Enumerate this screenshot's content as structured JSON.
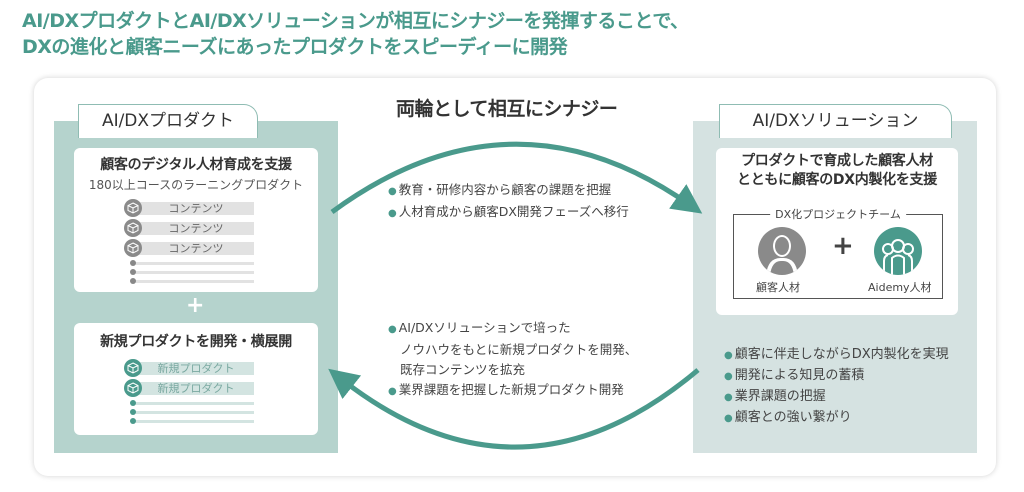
{
  "headline": {
    "line1": "AI/DXプロダクトとAI/DXソリューションが相互にシナジーを発揮することで、",
    "line2": "DXの進化と顧客ニーズにあったプロダクトをスピーディーに開発"
  },
  "center": {
    "title": "両輪として相互にシナジー",
    "top_bullets": [
      "教育・研修内容から顧客の課題を把握",
      "人材育成から顧客DX開発フェーズへ移行"
    ],
    "bottom_bullets": [
      {
        "lines": [
          "AI/DXソリューションで培った",
          "ノウハウをもとに新規プロダクトを開発、",
          "既存コンテンツを拡充"
        ]
      },
      {
        "lines": [
          "業界課題を把握した新規プロダクト開発"
        ]
      }
    ]
  },
  "left": {
    "tab": "AI/DXプロダクト",
    "card1": {
      "title": "顧客のデジタル人材育成を支援",
      "subtitle": "180以上コースのラーニングプロダクト",
      "items": [
        "コンテンツ",
        "コンテンツ",
        "コンテンツ"
      ]
    },
    "plus": "+",
    "card2": {
      "title": "新規プロダクトを開発・横展開",
      "items": [
        "新規プロダクト",
        "新規プロダクト"
      ]
    }
  },
  "right": {
    "tab": "AI/DXソリューション",
    "card": {
      "title_line1": "プロダクトで育成した顧客人材",
      "title_line2": "とともに顧客のDX内製化を支援",
      "team_label": "DX化プロジェクトチーム",
      "person1": "顧客人材",
      "plus": "+",
      "person2": "Aidemy人材"
    },
    "bullets": [
      "顧客に伴走しながらDX内製化を実現",
      "開発による知見の蓄積",
      "業界課題の把握",
      "顧客との強い繋がり"
    ]
  },
  "colors": {
    "accent": "#4a9a8c",
    "left_panel": "#b5d3cd",
    "right_panel": "#d5e2e1"
  }
}
